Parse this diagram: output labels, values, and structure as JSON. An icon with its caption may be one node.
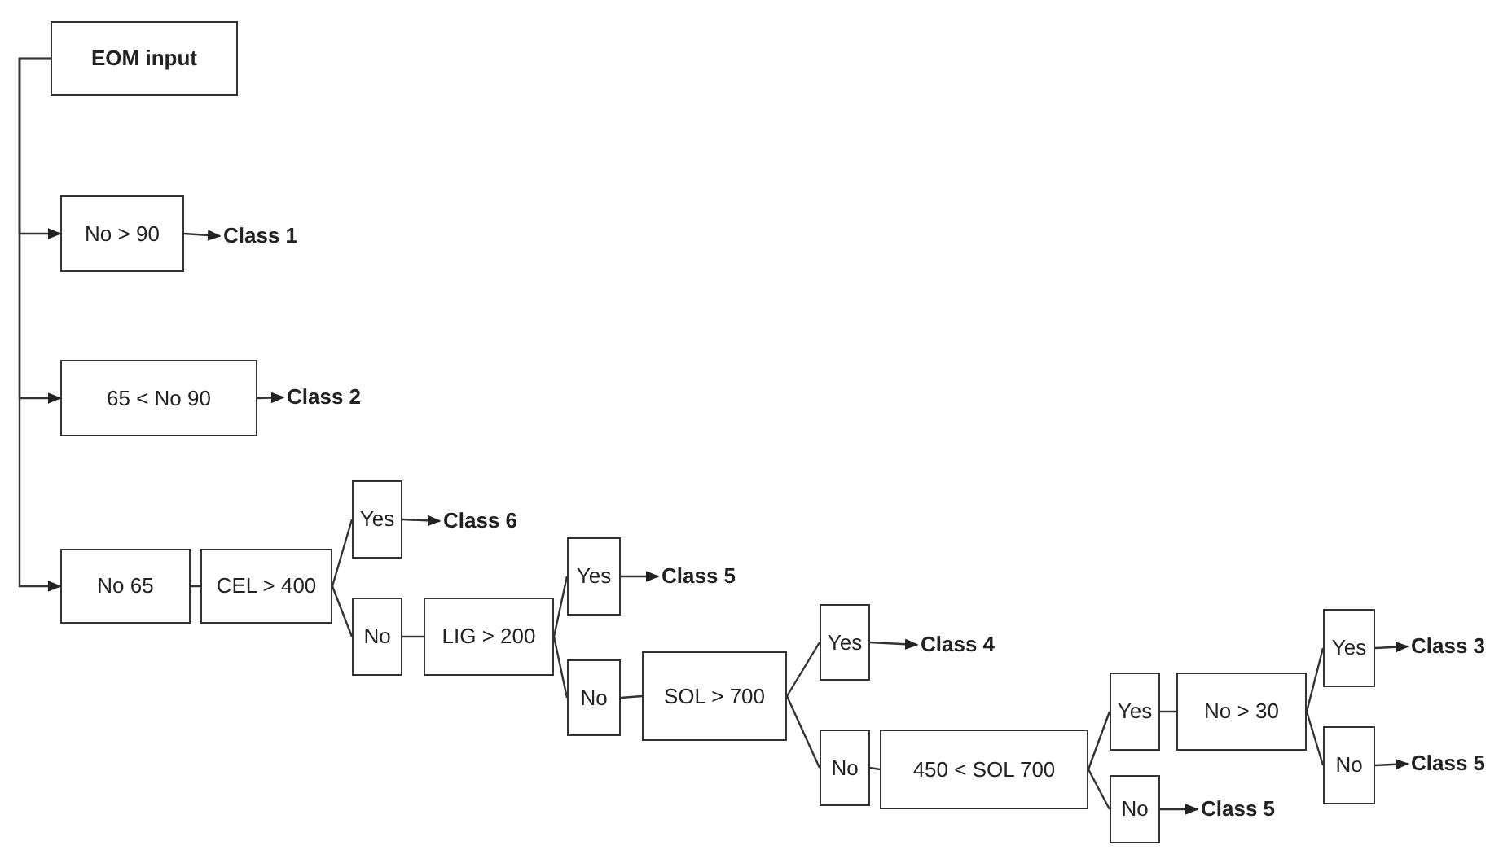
{
  "diagram": {
    "nodes": [
      {
        "text": [
          "EOM input"
        ]
      },
      {
        "text": [
          "No > 90"
        ]
      },
      {
        "text": [
          "65 < No 90"
        ]
      },
      {
        "text": [
          "Class 1"
        ]
      },
      {
        "text": [
          "Class 2"
        ]
      },
      {
        "text": [
          "No 65"
        ]
      },
      {
        "text": [
          "CEL > 400"
        ]
      },
      {
        "text": [
          "Yes"
        ]
      },
      {
        "text": [
          "Class 6"
        ]
      },
      {
        "text": [
          "No"
        ]
      },
      {
        "text": [
          "LIG > 200"
        ]
      },
      {
        "text": [
          "Yes"
        ]
      },
      {
        "text": [
          "Class 5"
        ]
      },
      {
        "text": [
          "No"
        ]
      },
      {
        "text": [
          "SOL > 700"
        ]
      },
      {
        "text": [
          "Yes"
        ]
      },
      {
        "text": [
          "Class 4"
        ]
      },
      {
        "text": [
          "No"
        ]
      },
      {
        "text": [
          "450 < SOL 700"
        ]
      },
      {
        "text": [
          "Yes"
        ]
      },
      {
        "text": [
          "No > 30"
        ]
      },
      {
        "text": [
          "No"
        ]
      },
      {
        "text": [
          "Class 5"
        ]
      },
      {
        "text": [
          "Yes"
        ]
      },
      {
        "text": [
          "Class 3"
        ]
      },
      {
        "text": [
          "No"
        ]
      },
      {
        "text": [
          "Class 5"
        ]
      }
    ],
    "edges": [
      {
        "from": 0,
        "to": 1,
        "arrow": "to"
      },
      {
        "from": 0,
        "to": 2,
        "arrow": "to"
      },
      {
        "from": 0,
        "to": 5,
        "arrow": "to"
      },
      {
        "from": 1,
        "to": 3,
        "arrow": "to"
      },
      {
        "from": 2,
        "to": 4,
        "arrow": "to"
      },
      {
        "from": 5,
        "to": 6,
        "arrow": "none"
      },
      {
        "from": 6,
        "to": 7,
        "arrow": "none"
      },
      {
        "from": 6,
        "to": 9,
        "arrow": "none"
      },
      {
        "from": 7,
        "to": 8,
        "arrow": "to"
      },
      {
        "from": 9,
        "to": 10,
        "arrow": "none"
      },
      {
        "from": 10,
        "to": 11,
        "arrow": "none"
      },
      {
        "from": 10,
        "to": 13,
        "arrow": "none"
      },
      {
        "from": 11,
        "to": 12,
        "arrow": "to"
      },
      {
        "from": 13,
        "to": 14,
        "arrow": "none"
      },
      {
        "from": 14,
        "to": 15,
        "arrow": "none"
      },
      {
        "from": 14,
        "to": 17,
        "arrow": "none"
      },
      {
        "from": 15,
        "to": 16,
        "arrow": "to"
      },
      {
        "from": 17,
        "to": 18,
        "arrow": "none"
      },
      {
        "from": 18,
        "to": 19,
        "arrow": "none"
      },
      {
        "from": 18,
        "to": 21,
        "arrow": "none"
      },
      {
        "from": 19,
        "to": 20,
        "arrow": "none"
      },
      {
        "from": 21,
        "to": 22,
        "arrow": "to"
      },
      {
        "from": 20,
        "to": 23,
        "arrow": "none"
      },
      {
        "from": 20,
        "to": 25,
        "arrow": "none"
      },
      {
        "from": 23,
        "to": 24,
        "arrow": "to"
      },
      {
        "from": 25,
        "to": 26,
        "arrow": "to"
      }
    ]
  }
}
